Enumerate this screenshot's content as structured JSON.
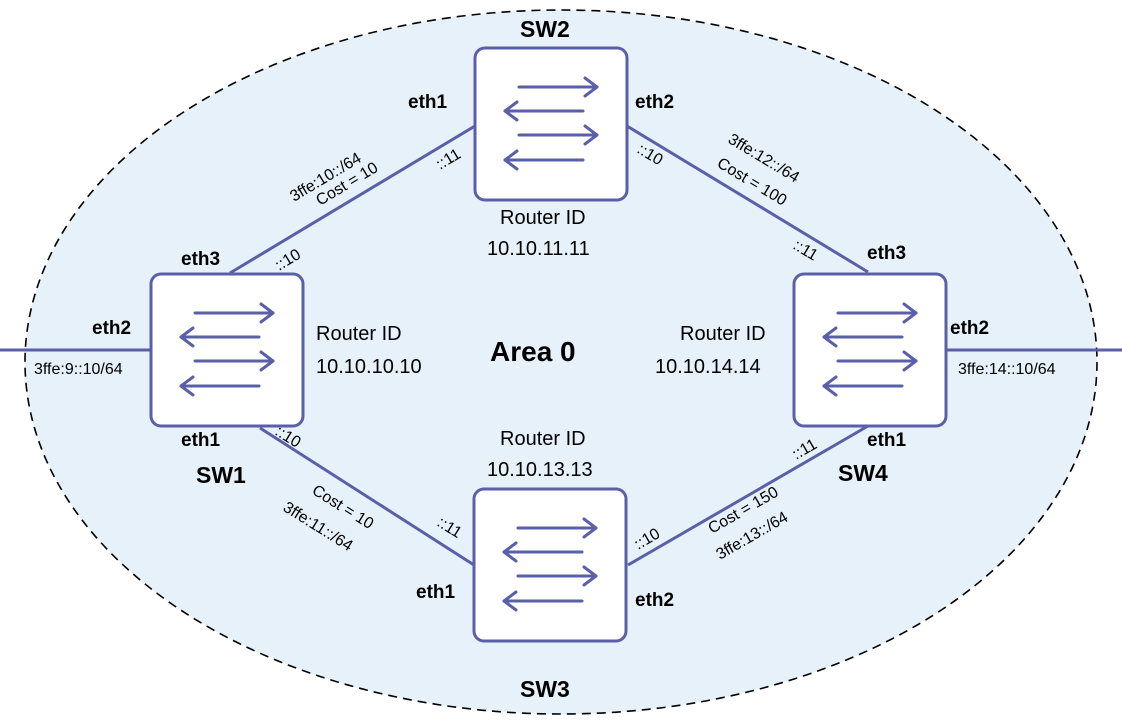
{
  "area": {
    "label": "Area 0"
  },
  "switches": {
    "sw1": {
      "name": "SW1",
      "router_id_label": "Router ID",
      "router_id": "10.10.10.10"
    },
    "sw2": {
      "name": "SW2",
      "router_id_label": "Router ID",
      "router_id": "10.10.11.11"
    },
    "sw3": {
      "name": "SW3",
      "router_id_label": "Router ID",
      "router_id": "10.10.13.13"
    },
    "sw4": {
      "name": "SW4",
      "router_id_label": "Router ID",
      "router_id": "10.10.14.14"
    }
  },
  "ports": {
    "sw1_eth1": "eth1",
    "sw1_eth2": "eth2",
    "sw1_eth3": "eth3",
    "sw2_eth1": "eth1",
    "sw2_eth2": "eth2",
    "sw3_eth1": "eth1",
    "sw3_eth2": "eth2",
    "sw4_eth1": "eth1",
    "sw4_eth2": "eth2",
    "sw4_eth3": "eth3"
  },
  "links": {
    "sw1_sw2": {
      "prefix": "3ffe:10::/64",
      "cost": "Cost = 10",
      "sw1_host": "::10",
      "sw2_host": "::11"
    },
    "sw2_sw4": {
      "prefix": "3ffe:12::/64",
      "cost": "Cost = 100",
      "sw2_host": "::10",
      "sw4_host": "::11"
    },
    "sw1_sw3": {
      "prefix": "3ffe:11::/64",
      "cost": "Cost = 10",
      "sw1_host": "::10",
      "sw3_host": "::11"
    },
    "sw3_sw4": {
      "prefix": "3ffe:13::/64",
      "cost": "Cost = 150",
      "sw3_host": "::10",
      "sw4_host": "::11"
    },
    "sw1_ext": {
      "address": "3ffe:9::10/64"
    },
    "sw4_ext": {
      "address": "3ffe:14::10/64"
    }
  },
  "colors": {
    "area_fill": "#e6f1f9",
    "link": "#5a5fa8",
    "box_border": "#5a5fa8"
  }
}
